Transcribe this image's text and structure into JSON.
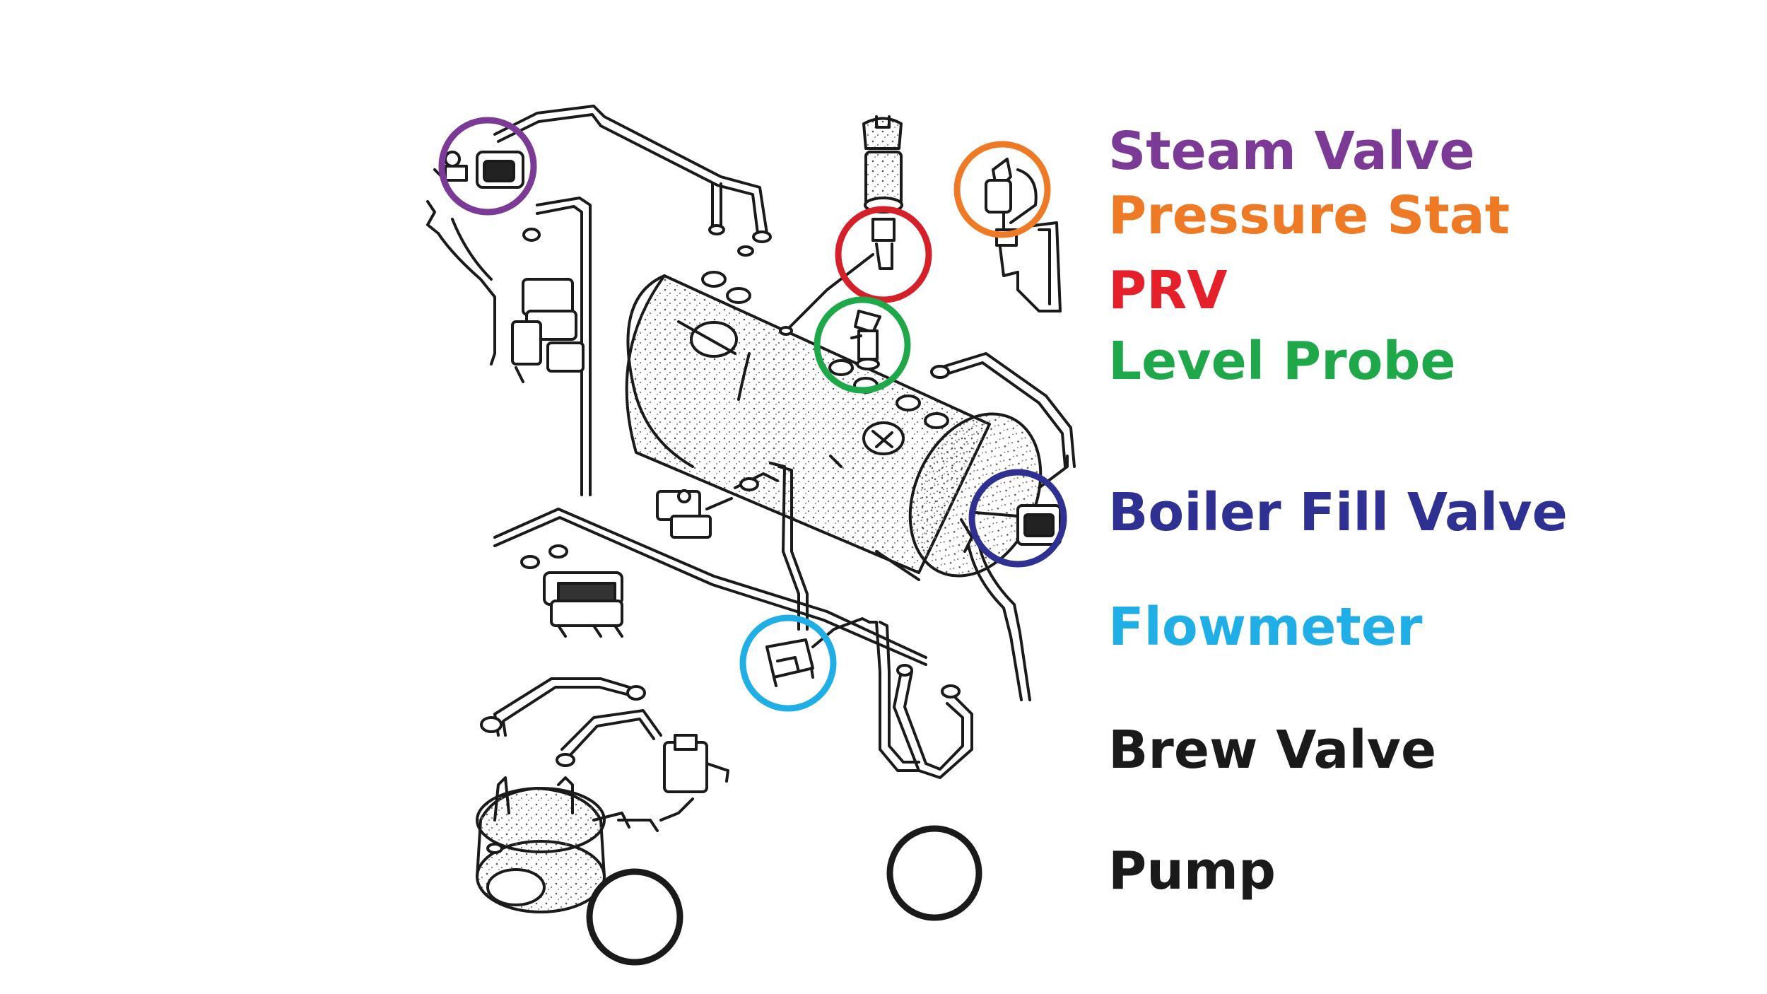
{
  "legend": {
    "steam_valve": {
      "text": "Steam Valve",
      "color": "#7a3a96"
    },
    "pressure_stat": {
      "text": "Pressure Stat",
      "color": "#ef7a26"
    },
    "prv": {
      "text": "PRV",
      "color": "#e5202a"
    },
    "level_probe": {
      "text": "Level Probe",
      "color": "#1ea84a"
    },
    "boiler_fill": {
      "text": "Boiler Fill Valve",
      "color": "#2e3192"
    },
    "flowmeter": {
      "text": "Flowmeter",
      "color": "#20aee6"
    },
    "brew_valve": {
      "text": "Brew Valve",
      "color": "#1a1a1a"
    },
    "pump": {
      "text": "Pump",
      "color": "#1a1a1a"
    }
  },
  "diagram": {
    "line_color": "#1a1a1a",
    "highlight_circles": [
      "steam_valve",
      "pressure_stat",
      "prv",
      "level_probe",
      "boiler_fill",
      "flowmeter",
      "brew_valve",
      "pump"
    ]
  }
}
